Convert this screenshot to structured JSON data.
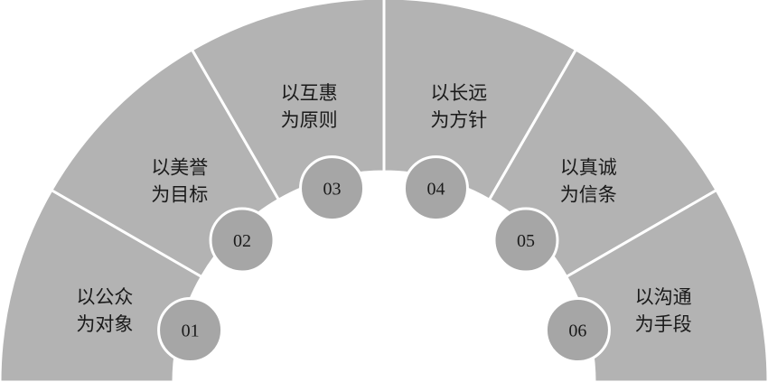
{
  "diagram": {
    "segments": [
      {
        "number": "01",
        "line1": "以公众",
        "line2": "为对象"
      },
      {
        "number": "02",
        "line1": "以美誉",
        "line2": "为目标"
      },
      {
        "number": "03",
        "line1": "以互惠",
        "line2": "为原则"
      },
      {
        "number": "04",
        "line1": "以长远",
        "line2": "为方针"
      },
      {
        "number": "05",
        "line1": "以真诚",
        "line2": "为信条"
      },
      {
        "number": "06",
        "line1": "以沟通",
        "line2": "为手段"
      }
    ],
    "colors": {
      "segment_fill": "#b3b3b3",
      "circle_fill": "#a6a6a6",
      "separator": "#ffffff",
      "text": "#1a1a1a"
    }
  }
}
